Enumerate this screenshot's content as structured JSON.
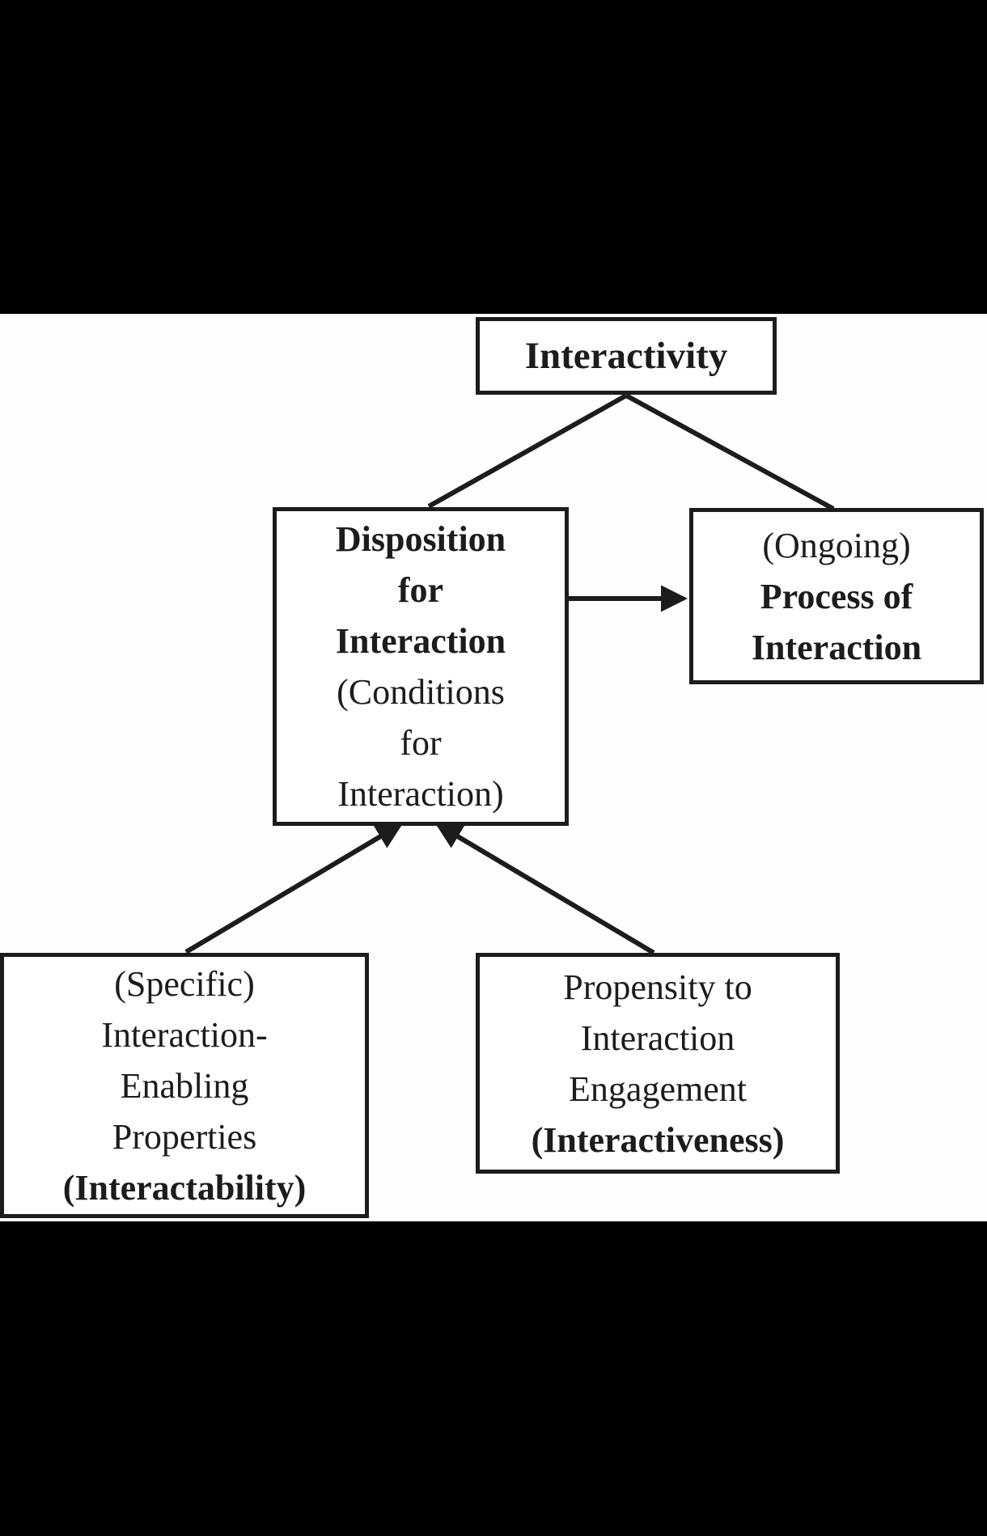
{
  "figure": {
    "letterbox_color": "#000000",
    "panel_color": "#fefefe",
    "ink_color": "#1c1c1c"
  },
  "nodes": {
    "interactivity": {
      "lines": [
        "Interactivity"
      ]
    },
    "disposition": {
      "lines": [
        "Disposition",
        "for",
        "Interaction",
        "(Conditions",
        "for",
        "Interaction)"
      ]
    },
    "process": {
      "lines": [
        "(Ongoing)",
        "Process of",
        "Interaction"
      ]
    },
    "interactability": {
      "lines": [
        "(Specific)",
        "Interaction-",
        "Enabling",
        "Properties",
        "(Interactability)"
      ]
    },
    "interactiveness": {
      "lines": [
        "Propensity to",
        "Interaction",
        "Engagement",
        "(Interactiveness)"
      ]
    }
  },
  "edges": [
    {
      "from": "Interactivity",
      "to": "Disposition for Interaction",
      "style": "line"
    },
    {
      "from": "Interactivity",
      "to": "(Ongoing) Process of Interaction",
      "style": "line"
    },
    {
      "from": "Disposition for Interaction",
      "to": "(Ongoing) Process of Interaction",
      "style": "arrow"
    },
    {
      "from": "(Specific) Interaction-Enabling Properties",
      "to": "Disposition for Interaction",
      "style": "arrow"
    },
    {
      "from": "Propensity to Interaction Engagement",
      "to": "Disposition for Interaction",
      "style": "arrow"
    }
  ]
}
